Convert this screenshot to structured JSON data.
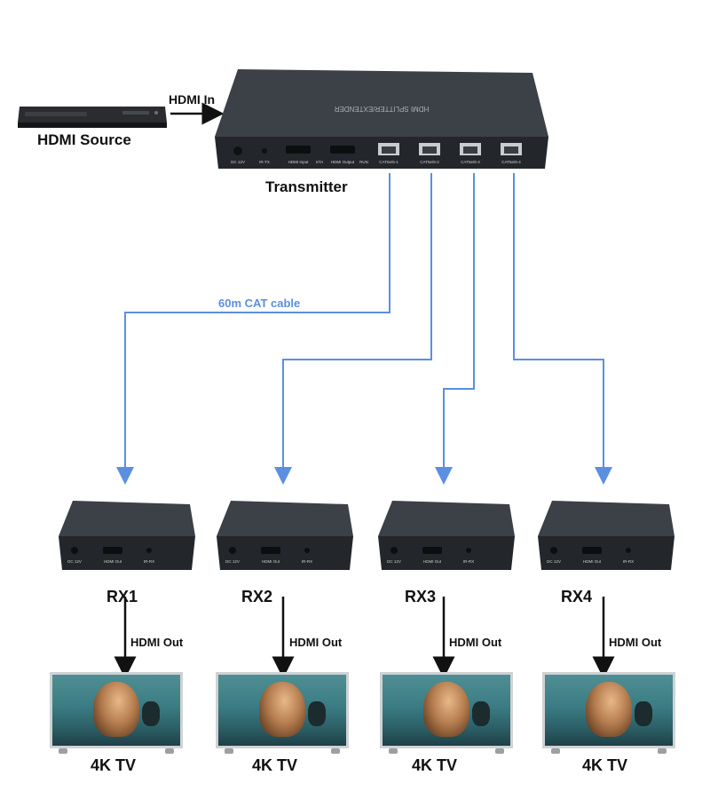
{
  "source": {
    "label": "HDMI Source",
    "input_label": "HDMI In"
  },
  "transmitter": {
    "label": "Transmitter",
    "top_text": "HDMI SPLITTER/EXTENDER",
    "ports": [
      "DC 12V",
      "IR-TX",
      "HDMI Input",
      "STA",
      "HDMI Output",
      "RUN",
      "CAT5e/6-1",
      "CAT5e/6-2",
      "CAT5e/6-3",
      "CAT5e/6-4"
    ]
  },
  "cable": {
    "label": "60m CAT cable",
    "color": "#5b8fe0"
  },
  "receivers": [
    {
      "label": "RX1",
      "out_label": "HDMI Out",
      "tv_label": "4K TV"
    },
    {
      "label": "RX2",
      "out_label": "HDMI Out",
      "tv_label": "4K TV"
    },
    {
      "label": "RX3",
      "out_label": "HDMI Out",
      "tv_label": "4K TV"
    },
    {
      "label": "RX4",
      "out_label": "HDMI Out",
      "tv_label": "4K TV"
    }
  ],
  "rx_ports": [
    "DC 12V",
    "HDMI Out",
    "IR-RX"
  ]
}
